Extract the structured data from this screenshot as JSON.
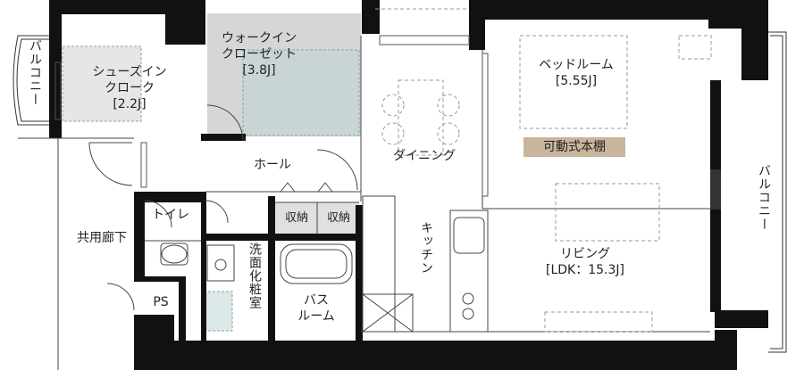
{
  "rooms": {
    "shoes_in_closet": {
      "name": "シューズイン\nクローク",
      "size": "[2.2J]"
    },
    "walk_in_closet": {
      "name": "ウォークイン\nクローゼット",
      "size": "[3.8J]"
    },
    "bedroom": {
      "name": "ベッドルーム",
      "size": "[5.55J]"
    },
    "hall": {
      "name": "ホール"
    },
    "dining": {
      "name": "ダイニング"
    },
    "kitchen": {
      "name": "キッチン"
    },
    "living": {
      "name": "リビング",
      "size": "[LDK：15.3J]"
    },
    "toilet": {
      "name": "トイレ"
    },
    "washroom": {
      "name": "洗面化粧室"
    },
    "bathroom": {
      "name": "バス\nルーム"
    },
    "storage_left": {
      "name": "収納"
    },
    "storage_right": {
      "name": "収納"
    },
    "ps": {
      "name": "PS"
    },
    "corridor": {
      "name": "共用廊下"
    }
  },
  "balcony_left": "バルコニー",
  "balcony_right": "バルコニー",
  "movable_shelf": "可動式本棚",
  "colors": {
    "wall": "#111111",
    "closet_fill": "#d4d4d4",
    "teal_hatch": "#8fb4b8",
    "shelf": "#c9b49c"
  }
}
